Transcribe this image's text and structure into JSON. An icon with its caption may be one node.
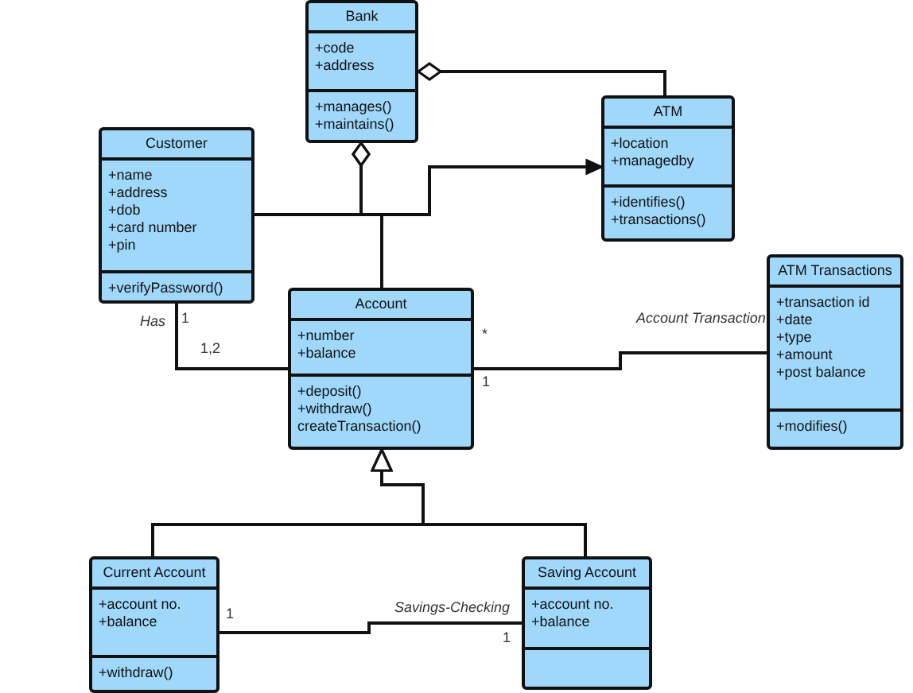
{
  "diagram": {
    "nodes": [
      {
        "text": [
          "Bank"
        ]
      },
      {
        "text": [
          "+code",
          "+address"
        ],
        "in": 0
      },
      {
        "text": [
          "+manages()",
          "+maintains()"
        ],
        "in": 0
      },
      {
        "text": [
          "ATM"
        ]
      },
      {
        "text": [
          "+location",
          "+managedby"
        ],
        "in": 3
      },
      {
        "text": [
          "+identifies()",
          "+transactions()"
        ],
        "in": 3
      },
      {
        "text": [
          "Customer"
        ]
      },
      {
        "text": [
          "+name",
          "+address",
          "+dob",
          "+card number",
          "+pin"
        ],
        "in": 6
      },
      {
        "text": [
          "+verifyPassword()"
        ],
        "in": 6
      },
      {
        "text": [
          "Account"
        ]
      },
      {
        "text": [
          "+number",
          "+balance"
        ],
        "in": 9
      },
      {
        "text": [
          "+deposit()",
          "+withdraw()",
          "createTransaction()"
        ],
        "in": 9
      },
      {
        "text": [
          "ATM Transactions"
        ]
      },
      {
        "text": [
          "+transaction id",
          "+date",
          "+type",
          "+amount",
          "+post balance"
        ],
        "in": 12
      },
      {
        "text": [
          "+modifies()"
        ],
        "in": 12
      },
      {
        "text": [
          "Current Account"
        ]
      },
      {
        "text": [
          "+account no.",
          "+balance"
        ],
        "in": 15
      },
      {
        "text": [
          "+withdraw()"
        ],
        "in": 15
      },
      {
        "text": [
          "Saving Account"
        ]
      },
      {
        "text": [
          "+account no.",
          "+balance"
        ],
        "in": 18
      },
      {
        "text": [],
        "shape": "box",
        "in": 18
      }
    ],
    "edges": [
      {
        "from": 0,
        "to": 3,
        "arrow": "other"
      },
      {
        "from": 0,
        "to": 6,
        "arrow": "other"
      },
      {
        "from": 0,
        "to": 9,
        "arrow": "other"
      },
      {
        "from": 6,
        "to": 3,
        "arrow": "to"
      },
      {
        "from": 6,
        "to": 9,
        "arrow": "none",
        "label": "Has"
      },
      {
        "from": 9,
        "to": 12,
        "arrow": "none",
        "label": "Account Transaction"
      },
      {
        "from": 15,
        "to": 9,
        "arrow": "to"
      },
      {
        "from": 18,
        "to": 9,
        "arrow": "to"
      },
      {
        "from": 15,
        "to": 18,
        "arrow": "none",
        "label": "Savings-Checking"
      }
    ],
    "labels": [
      "1",
      "1,2",
      "*",
      "1",
      "1",
      "1"
    ]
  }
}
